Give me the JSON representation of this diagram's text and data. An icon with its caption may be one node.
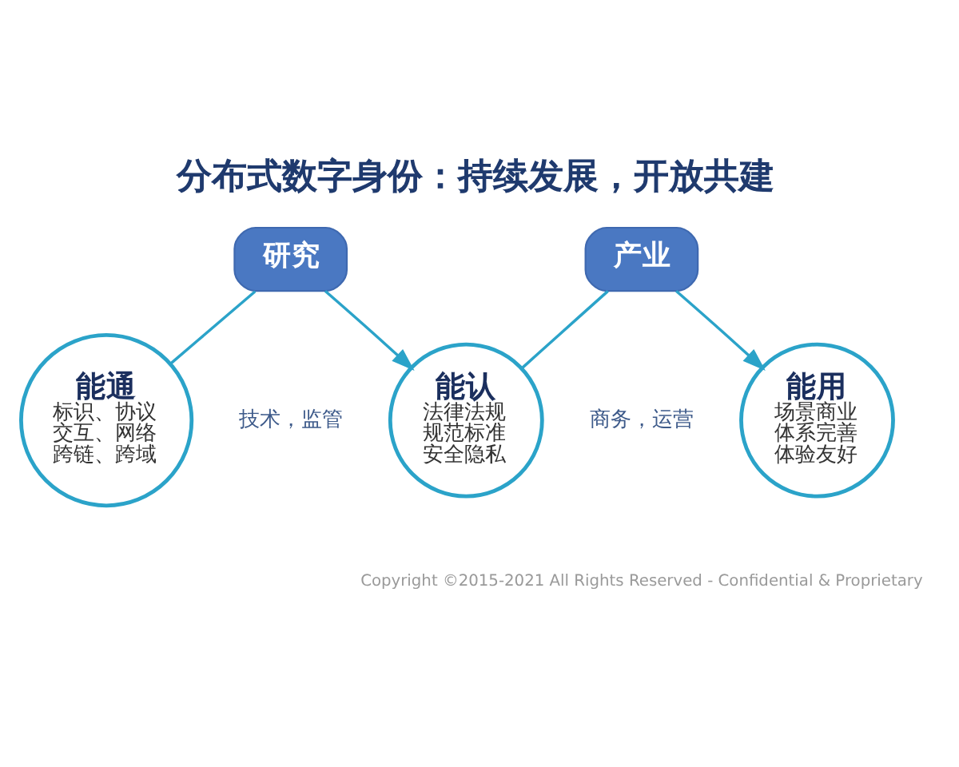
{
  "diagram": {
    "title": "分布式数字身份：持续发展，开放共建",
    "nodes": [
      {
        "text": [
          "能通",
          "标识、协议",
          "交互、网络",
          "跨链、跨域"
        ]
      },
      {
        "text": [
          "研究"
        ]
      },
      {
        "text": [
          "能认",
          "法律法规",
          "规范标准",
          "安全隐私"
        ]
      },
      {
        "text": [
          "产业"
        ]
      },
      {
        "text": [
          "能用",
          "场景商业",
          "体系完善",
          "体验友好"
        ]
      }
    ],
    "edges": [
      {
        "from": 0,
        "to": 1,
        "arrow": "none"
      },
      {
        "from": 1,
        "to": 2,
        "arrow": "to"
      },
      {
        "from": 2,
        "to": 3,
        "arrow": "none"
      },
      {
        "from": 3,
        "to": 4,
        "arrow": "to"
      }
    ],
    "labels": [
      "技术，监管",
      "商务，运营",
      "Copyright ©2015-2021 All Rights Reserved - Confidential & Proprietary"
    ]
  }
}
